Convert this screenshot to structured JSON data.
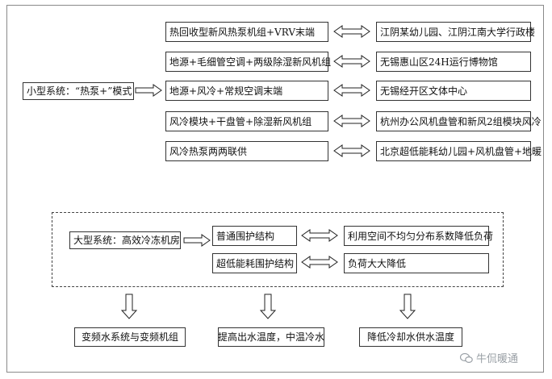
{
  "small_system": {
    "label": "小型系统：“热泵+”模式",
    "schemes": [
      {
        "scheme": "热回收型新风热泵机组+VRV末端",
        "example": "江阴某幼儿园、江阴江南大学行政楼"
      },
      {
        "scheme": "地源+毛细管空调+两级除湿新风机组",
        "example": "无锡惠山区24H运行博物馆"
      },
      {
        "scheme": "地源+风冷+常规空调末端",
        "example": "无锡经开区文体中心"
      },
      {
        "scheme": "风冷模块+干盘管+除湿新风机组",
        "example": "杭州办公风机盘管和新风2组模块风冷"
      },
      {
        "scheme": "风冷热泵两两联供",
        "example": "北京超低能耗幼儿园+风机盘管+地暖"
      }
    ]
  },
  "large_system": {
    "label": "大型系统：高效冷冻机房",
    "rows": [
      {
        "structure": "普通围护结构",
        "strategy": "利用空间不均匀分布系数降低负荷"
      },
      {
        "structure": "超低能耗围护结构",
        "strategy": "负荷大大降低"
      }
    ],
    "outcomes": [
      "变频水系统与变频机组",
      "提高出水温度，中温冷水",
      "降低冷却水供水温度"
    ]
  },
  "watermark": "牛侃暖通"
}
